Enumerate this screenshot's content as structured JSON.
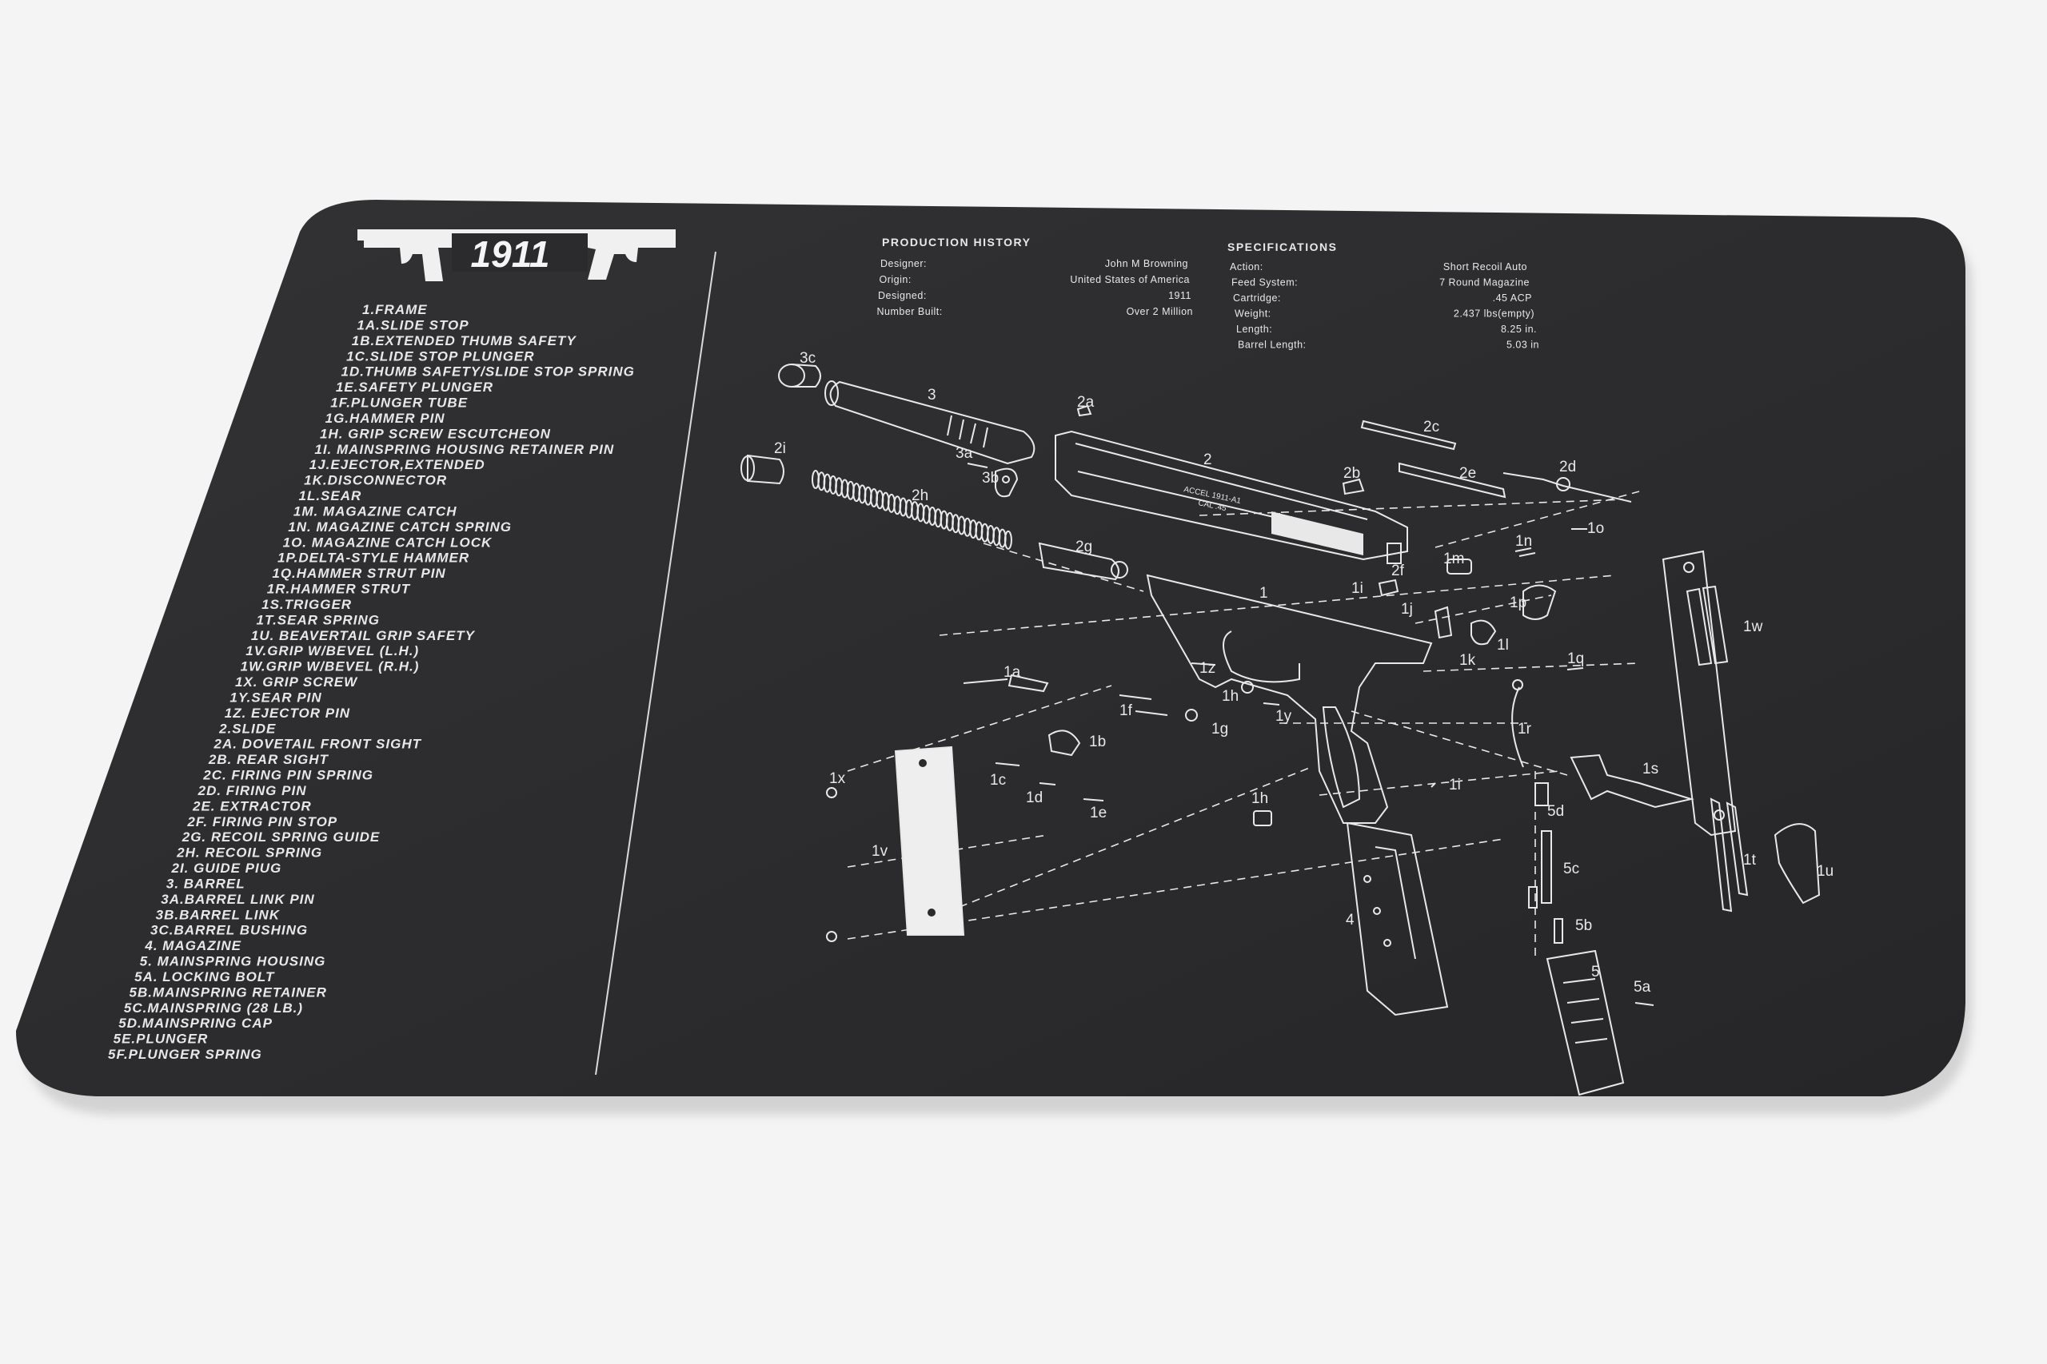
{
  "mat": {
    "title": "1911",
    "background": "#f4f4f4",
    "mat_color": "#2b2b2d",
    "ink_color": "#e8e8e8"
  },
  "parts_list": [
    "1.FRAME",
    "1A.SLIDE STOP",
    "1B.EXTENDED THUMB SAFETY",
    "1C.SLIDE STOP PLUNGER",
    "1D.THUMB SAFETY/SLIDE STOP SPRING",
    "1E.SAFETY PLUNGER",
    "1F.PLUNGER TUBE",
    "1G.HAMMER PIN",
    "1H. GRIP SCREW ESCUTCHEON",
    "1I. MAINSPRING HOUSING RETAINER PIN",
    "1J.EJECTOR,EXTENDED",
    "1K.DISCONNECTOR",
    "1L.SEAR",
    "1M. MAGAZINE CATCH",
    "1N. MAGAZINE CATCH SPRING",
    "1O. MAGAZINE CATCH LOCK",
    "1P.DELTA-STYLE HAMMER",
    "1Q.HAMMER STRUT PIN",
    "1R.HAMMER STRUT",
    "1S.TRIGGER",
    "1T.SEAR SPRING",
    "1U. BEAVERTAIL GRIP SAFETY",
    "1V.GRIP W/BEVEL (L.H.)",
    "1W.GRIP W/BEVEL (R.H.)",
    "1X. GRIP SCREW",
    "1Y.SEAR PIN",
    "1Z. EJECTOR PIN",
    "2.SLIDE",
    "2A. DOVETAIL FRONT SIGHT",
    "2B. REAR SIGHT",
    "2C. FIRING PIN SPRING",
    "2D. FIRING PIN",
    "2E. EXTRACTOR",
    "2F. FIRING PIN STOP",
    "2G. RECOIL SPRING GUIDE",
    "2H. RECOIL SPRING",
    "2I. GUIDE PIUG",
    "3. BARREL",
    "3A.BARREL LINK PIN",
    "3B.BARREL LINK",
    "3C.BARREL BUSHING",
    "4. MAGAZINE",
    "5. MAINSPRING HOUSING",
    "5A. LOCKING BOLT",
    "5B.MAINSPRING RETAINER",
    "5C.MAINSPRING (28 LB.)",
    "5D.MAINSPRING CAP",
    "5E.PLUNGER",
    "5F.PLUNGER SPRING"
  ],
  "production_history": {
    "heading": "PRODUCTION HISTORY",
    "rows": [
      {
        "label": "Designer:",
        "value": "John M Browning"
      },
      {
        "label": "Origin:",
        "value": "United States of America"
      },
      {
        "label": "Designed:",
        "value": "1911"
      },
      {
        "label": "Number Built:",
        "value": "Over 2 Million"
      }
    ]
  },
  "specifications": {
    "heading": "SPECIFICATIONS",
    "rows": [
      {
        "label": "Action:",
        "value": "Short Recoil Auto"
      },
      {
        "label": "Feed System:",
        "value": "7 Round Magazine"
      },
      {
        "label": "Cartridge:",
        "value": ".45 ACP"
      },
      {
        "label": "Weight:",
        "value": "2.437 lbs(empty)"
      },
      {
        "label": "Length:",
        "value": "8.25 in."
      },
      {
        "label": "Barrel Length:",
        "value": "5.03 in"
      }
    ]
  },
  "slide_engraving": [
    "ACCEL 1911-A1",
    "CAL .45"
  ],
  "callouts": [
    "3c",
    "3",
    "2a",
    "2i",
    "3a",
    "3b",
    "2",
    "2b",
    "2c",
    "2e",
    "2d",
    "2h",
    "2g",
    "1n",
    "1o",
    "1m",
    "2f",
    "1i",
    "1",
    "1p",
    "1j",
    "1k",
    "1l",
    "1w",
    "1a",
    "1z",
    "1h",
    "1q",
    "1f",
    "1g",
    "1y",
    "1b",
    "1r",
    "1x",
    "1c",
    "1d",
    "1e",
    "1s",
    "1i",
    "1h",
    "5d",
    "1v",
    "4",
    "5c",
    "1t",
    "1u",
    "5b",
    "5",
    "5a"
  ]
}
